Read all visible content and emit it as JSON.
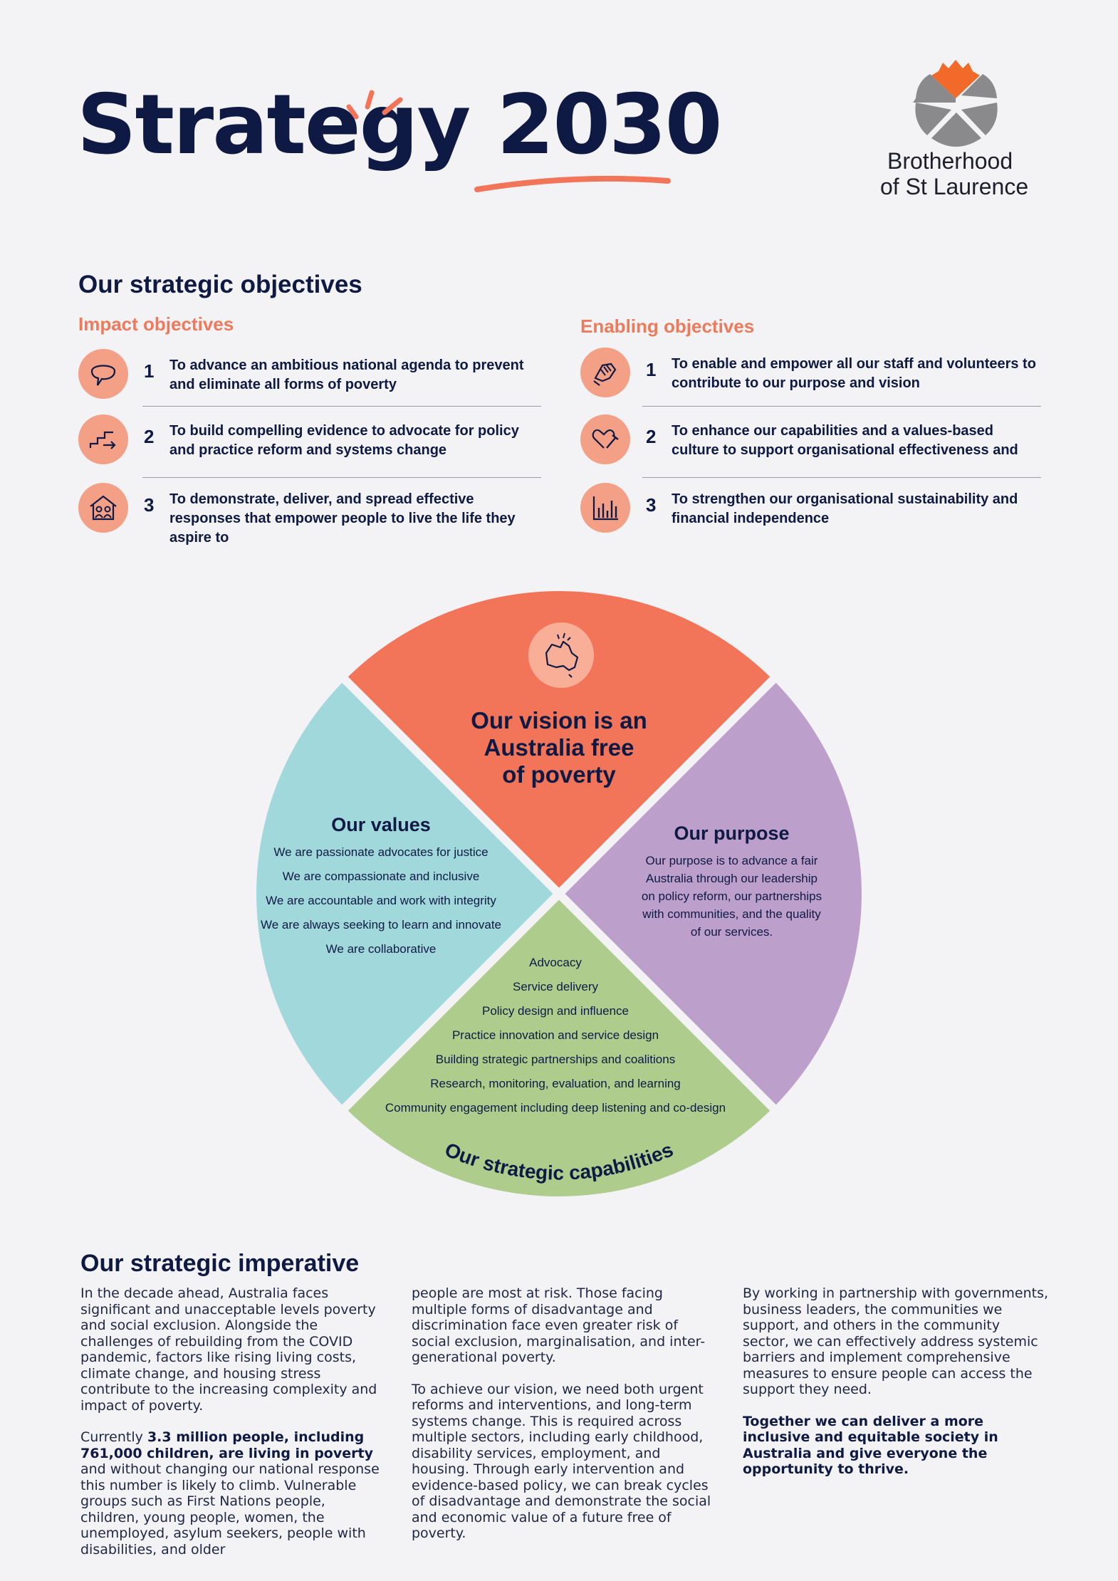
{
  "header": {
    "title": "Strategy 2030",
    "org_name_line1": "Brotherhood",
    "org_name_line2": "of St Laurence"
  },
  "objectives": {
    "heading": "Our strategic objectives",
    "impact": {
      "heading": "Impact objectives",
      "items": [
        {
          "num": "1",
          "icon": "speech-bubble-icon",
          "text": "To advance an ambitious national agenda to prevent and eliminate all forms of poverty"
        },
        {
          "num": "2",
          "icon": "stairs-arrow-icon",
          "text": "To build compelling evidence to advocate for policy and practice reform and systems change"
        },
        {
          "num": "3",
          "icon": "family-home-icon",
          "text": "To demonstrate, deliver, and spread effective responses that empower people to live the life they aspire to"
        }
      ]
    },
    "enabling": {
      "heading": "Enabling objectives",
      "items": [
        {
          "num": "1",
          "icon": "raised-fist-icon",
          "text": "To enable and empower all our staff and volunteers to contribute to our purpose and vision"
        },
        {
          "num": "2",
          "icon": "heart-hammer-icon",
          "text": "To enhance our capabilities and a values-based culture to support organisational effectiveness and"
        },
        {
          "num": "3",
          "icon": "bar-chart-icon",
          "text": "To strengthen our organisational sustainability and financial independence"
        }
      ]
    }
  },
  "wheel": {
    "colors": {
      "vision": "#f2755a",
      "values": "#a0d8dc",
      "purpose": "#bd9fcb",
      "capabilities": "#aecd8d"
    },
    "vision": {
      "icon": "australia-map-icon",
      "line1": "Our vision is an",
      "line2": "Australia free",
      "line3": "of poverty"
    },
    "values": {
      "heading": "Our values",
      "items": [
        "We are passionate advocates for justice",
        "We are compassionate and inclusive",
        "We are accountable and work with integrity",
        "We are always seeking to learn and innovate",
        "We are collaborative"
      ]
    },
    "purpose": {
      "heading": "Our purpose",
      "lines": [
        "Our purpose is to advance a fair",
        "Australia through our leadership",
        "on policy reform, our partnerships",
        "with communities, and the quality",
        "of our services."
      ]
    },
    "capabilities": {
      "heading": "Our strategic capabilities",
      "items": [
        "Advocacy",
        "Service delivery",
        "Policy design and influence",
        "Practice innovation and service design",
        "Building strategic partnerships and coalitions",
        "Research, monitoring, evaluation, and learning",
        "Community engagement including deep listening and co-design"
      ]
    }
  },
  "imperative": {
    "heading": "Our strategic imperative",
    "col1_p1": "In the decade ahead, Australia faces significant and unacceptable levels poverty and social exclusion. Alongside the challenges of rebuilding from the COVID pandemic, factors like rising living costs, climate change, and housing stress contribute to the increasing complexity and impact of poverty.",
    "col1_p2_pre": "Currently ",
    "col1_p2_bold": "3.3 million people, including 761,000 children, are living in poverty",
    "col1_p2_post": " and without changing our national response this number is likely to climb. Vulnerable groups such as First Nations people, children, young people, women, the unemployed, asylum seekers, people with disabilities, and older",
    "col2_p1": "people are most at risk. Those facing multiple forms of disadvantage and discrimination face even greater risk of social exclusion, marginalisation, and inter-generational poverty.",
    "col2_p2": "To achieve our vision, we need both urgent reforms and interventions, and long-term systems change. This is required across multiple sectors, including early childhood, disability services, employment, and housing. Through early intervention and evidence-based policy, we can break cycles of disadvantage and demonstrate the social and economic value of a future free of poverty.",
    "col3_p1": "By working in partnership with governments, business leaders, the communities we support, and others in the community sector, we can effectively address systemic barriers and implement comprehensive measures to ensure people can access the support they need.",
    "col3_p2": "Together we can deliver a more inclusive and equitable society in Australia and give everyone the opportunity to thrive."
  }
}
